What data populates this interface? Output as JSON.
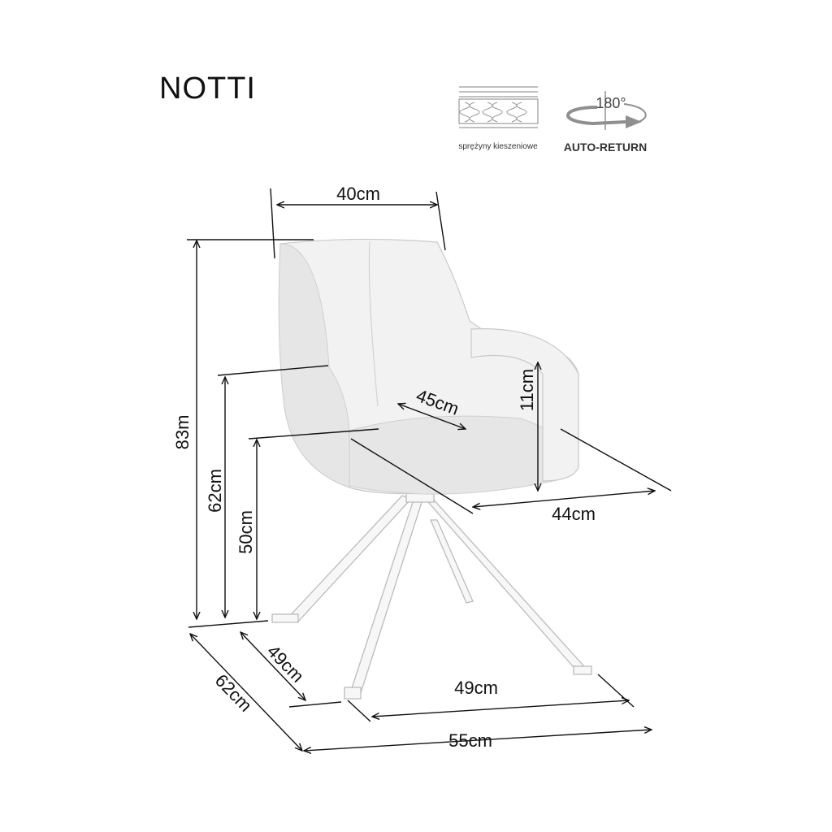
{
  "title": "NOTTI",
  "icons": {
    "springs_label": "sprężyny kieszeniowe",
    "rotation_degrees": "180°",
    "auto_return_label": "AUTO-RETURN"
  },
  "dimensions": {
    "back_width": "40cm",
    "seat_depth": "45cm",
    "armrest_height": "11cm",
    "seat_width": "44cm",
    "total_height": "83m",
    "armrest_floor_height": "62cm",
    "seat_height": "50cm",
    "base_depth": "49cm",
    "base_width": "49cm",
    "total_depth": "62cm",
    "total_width": "55cm"
  }
}
